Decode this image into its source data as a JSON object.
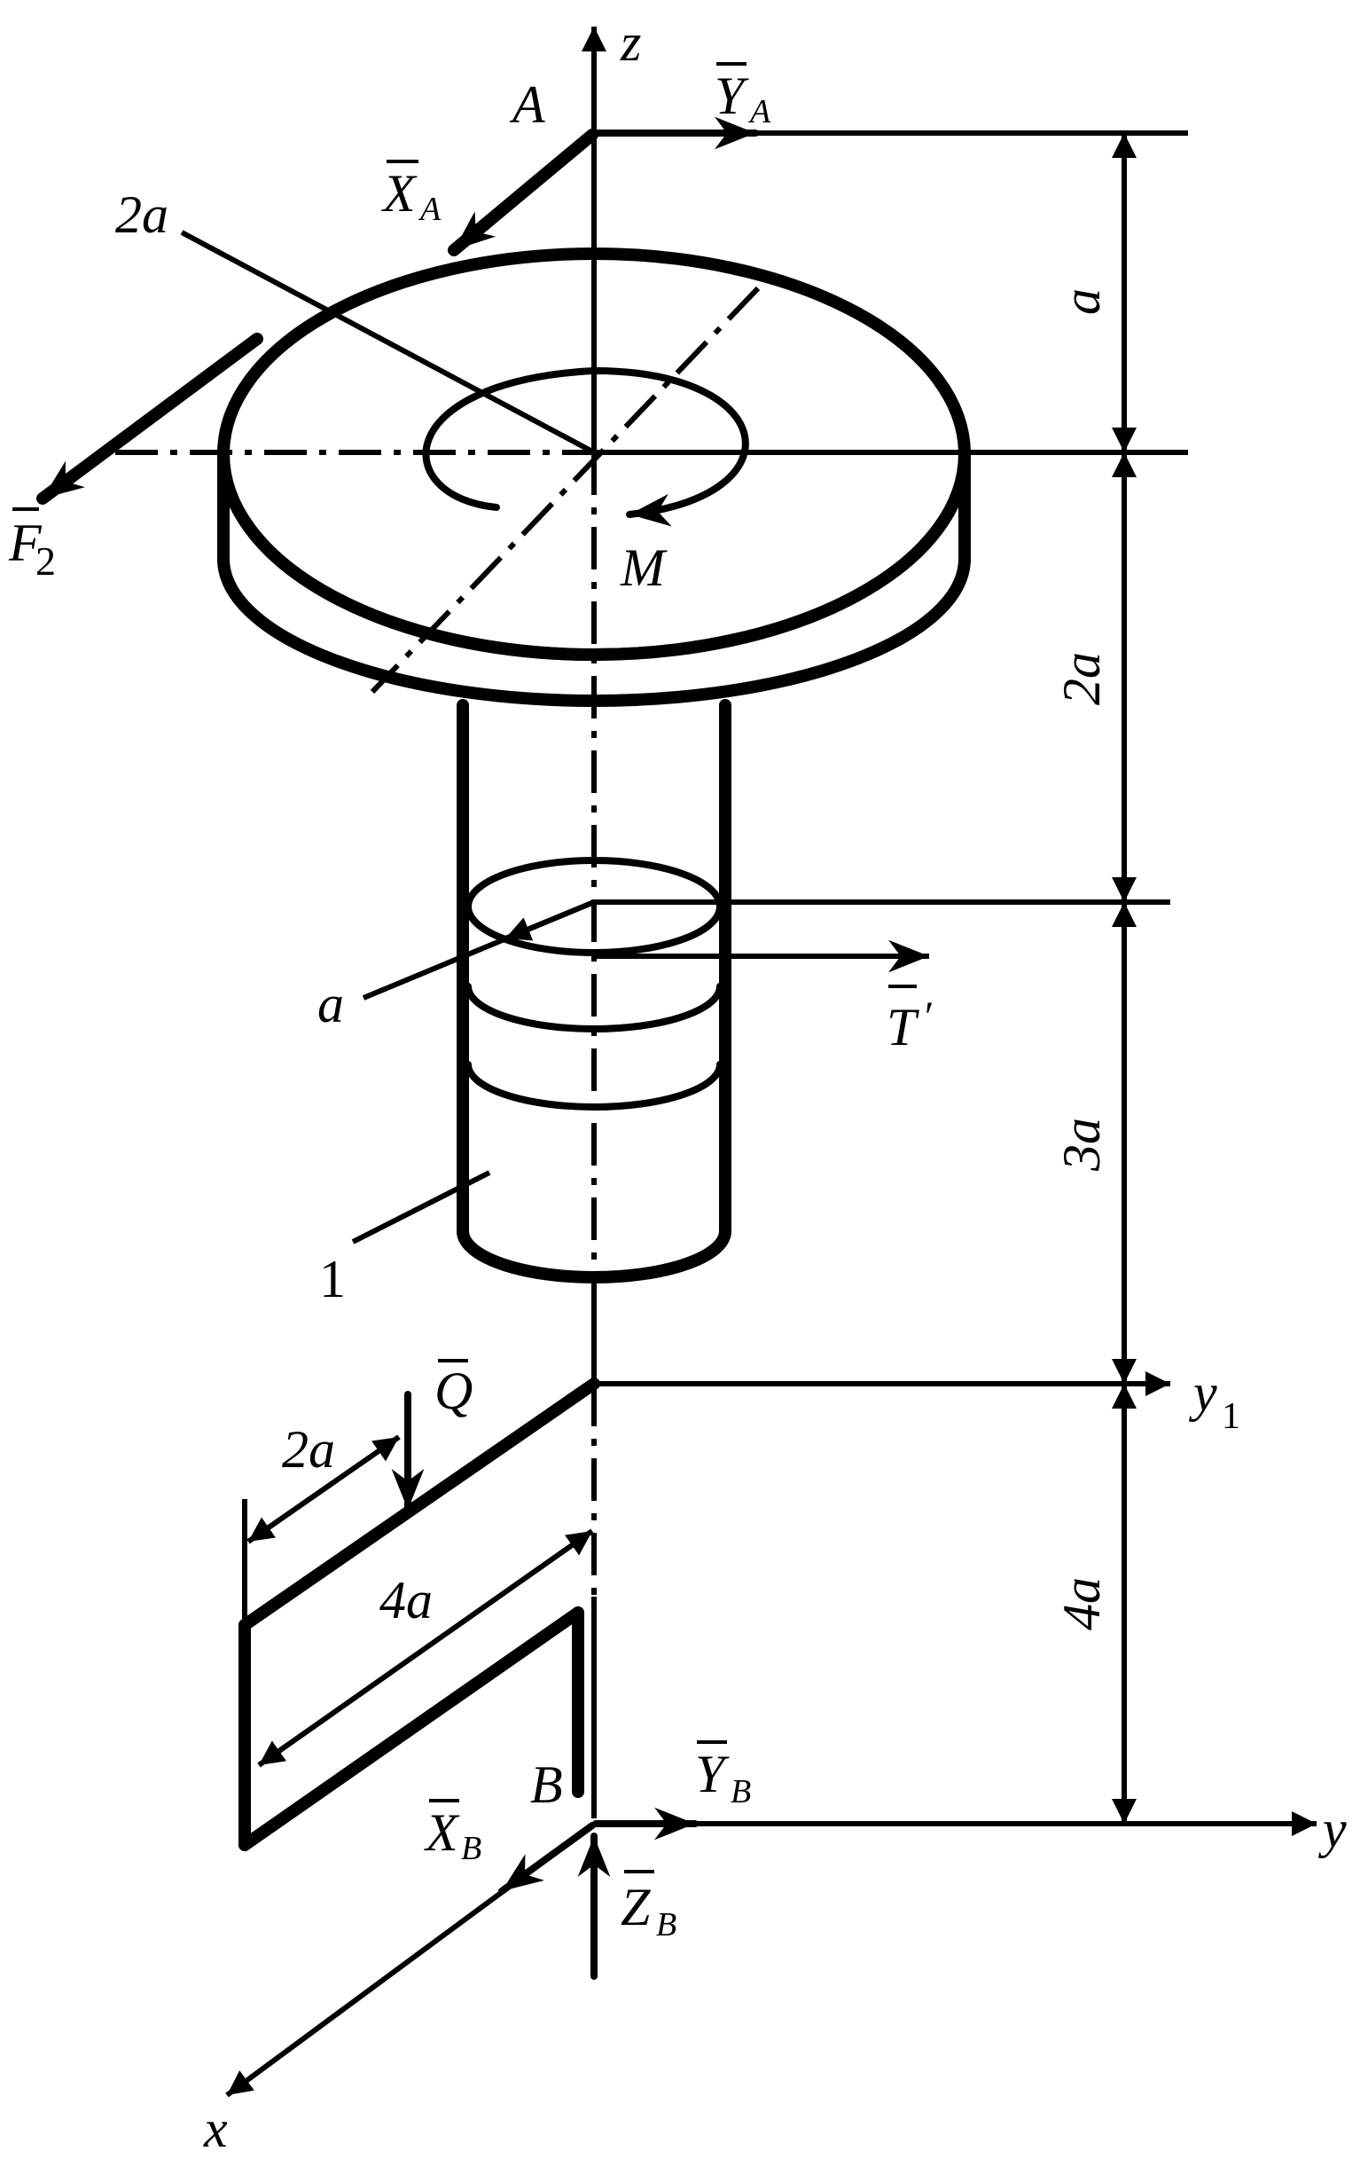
{
  "colors": {
    "ink": "#000000",
    "paper": "#ffffff"
  },
  "labels": {
    "z": "z",
    "A": "A",
    "B": "B",
    "YA_main": "Y",
    "YA_sub": "A",
    "XA_main": "X",
    "XA_sub": "A",
    "F2_main": "F",
    "F2_sub": "2",
    "M": "M",
    "Tp_main": "T",
    "Tp_prime": "′",
    "Q": "Q",
    "y1_main": "y",
    "y1_sub": "1",
    "y": "y",
    "x": "x",
    "YB_main": "Y",
    "YB_sub": "B",
    "XB_main": "X",
    "XB_sub": "B",
    "ZB_main": "Z",
    "ZB_sub": "B",
    "one": "1"
  },
  "dims": {
    "top_radius": "2a",
    "pulley_radius": "a",
    "a": "a",
    "two_a": "2a",
    "three_a": "3a",
    "four_a": "4a",
    "plate_width": "2a",
    "plate_length": "4a"
  }
}
